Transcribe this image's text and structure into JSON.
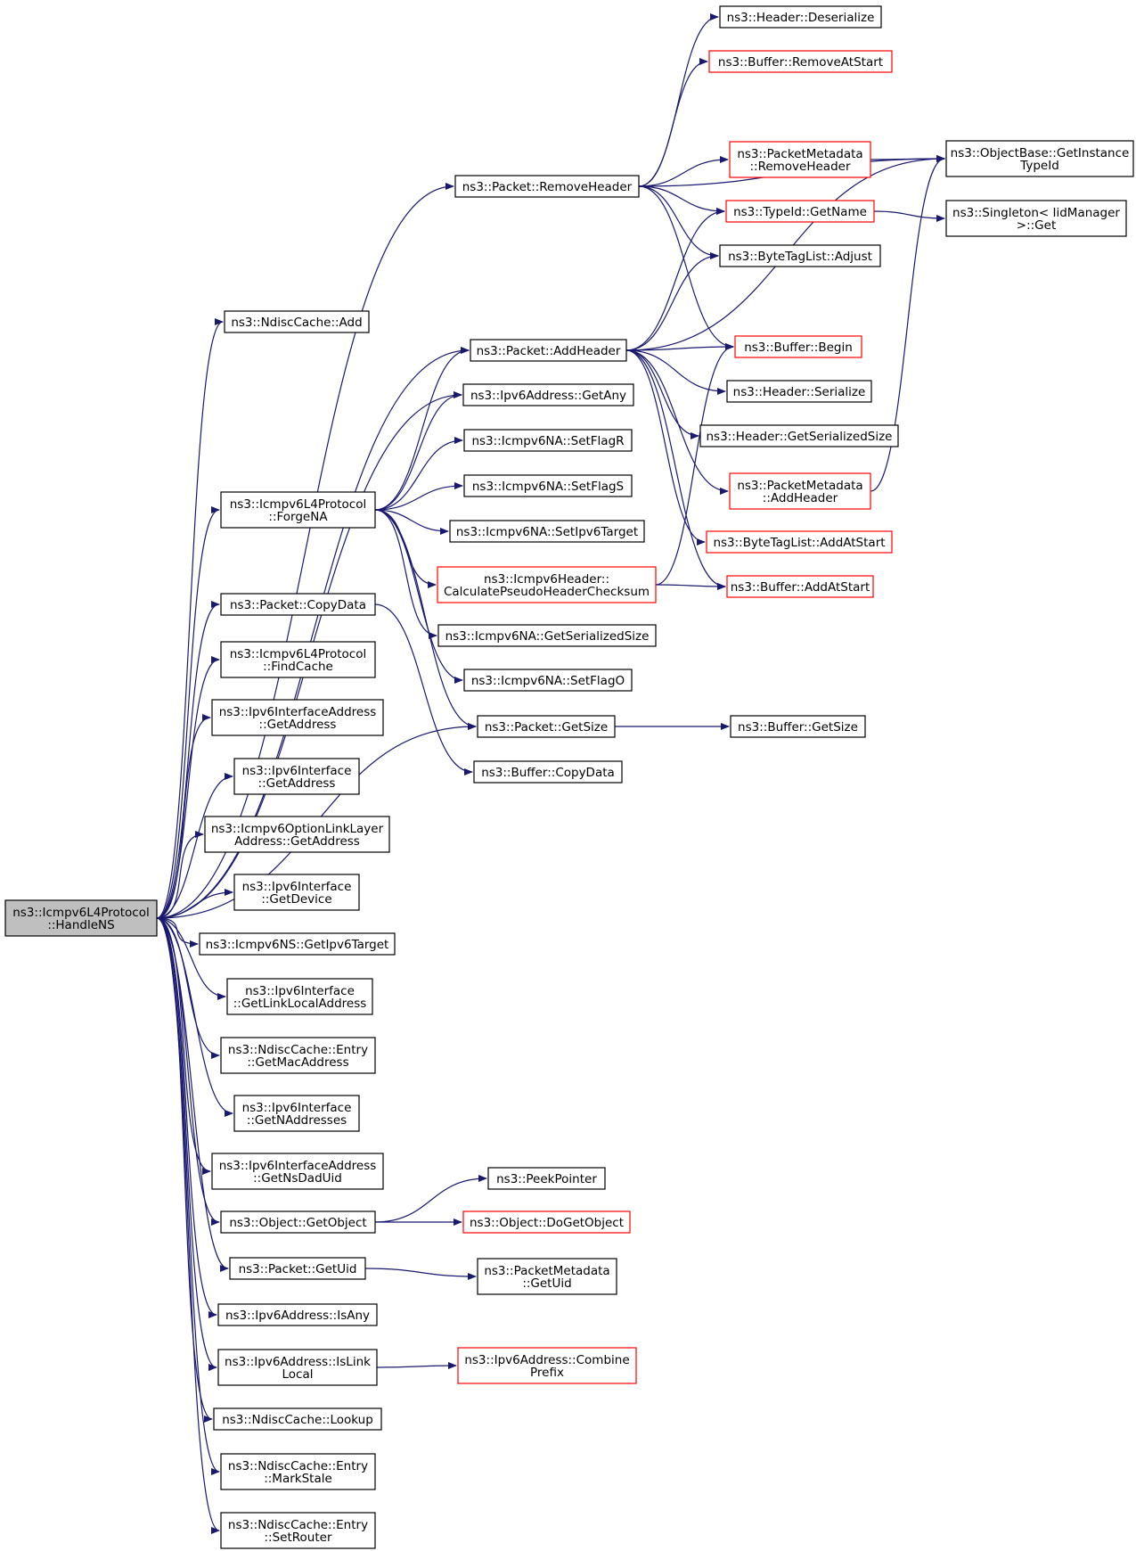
{
  "graph": {
    "root": "handlens",
    "colors": {
      "root_fill": "#bfbfbf",
      "normal_border": "#000000",
      "truncated_border": "#ff0000",
      "edge": "#191970",
      "background": "#ffffff"
    },
    "nodes": [
      {
        "id": "handlens",
        "lines": [
          "ns3::Icmpv6L4Protocol",
          "::HandleNS"
        ],
        "style": "root"
      },
      {
        "id": "ndisc_add",
        "lines": [
          "ns3::NdiscCache::Add"
        ],
        "style": "normal"
      },
      {
        "id": "forge_na",
        "lines": [
          "ns3::Icmpv6L4Protocol",
          "::ForgeNA"
        ],
        "style": "normal"
      },
      {
        "id": "copydata",
        "lines": [
          "ns3::Packet::CopyData"
        ],
        "style": "normal"
      },
      {
        "id": "findcache",
        "lines": [
          "ns3::Icmpv6L4Protocol",
          "::FindCache"
        ],
        "style": "normal"
      },
      {
        "id": "ifaddr_getaddr",
        "lines": [
          "ns3::Ipv6InterfaceAddress",
          "::GetAddress"
        ],
        "style": "normal"
      },
      {
        "id": "iface_getaddr",
        "lines": [
          "ns3::Ipv6Interface",
          "::GetAddress"
        ],
        "style": "normal"
      },
      {
        "id": "optlinklayer",
        "lines": [
          "ns3::Icmpv6OptionLinkLayer",
          "Address::GetAddress"
        ],
        "style": "normal"
      },
      {
        "id": "getdevice",
        "lines": [
          "ns3::Ipv6Interface",
          "::GetDevice"
        ],
        "style": "normal"
      },
      {
        "id": "ns_gettarget",
        "lines": [
          "ns3::Icmpv6NS::GetIpv6Target"
        ],
        "style": "normal"
      },
      {
        "id": "getlinklocal",
        "lines": [
          "ns3::Ipv6Interface",
          "::GetLinkLocalAddress"
        ],
        "style": "normal"
      },
      {
        "id": "getmac",
        "lines": [
          "ns3::NdiscCache::Entry",
          "::GetMacAddress"
        ],
        "style": "normal"
      },
      {
        "id": "getnaddr",
        "lines": [
          "ns3::Ipv6Interface",
          "::GetNAddresses"
        ],
        "style": "normal"
      },
      {
        "id": "getnsdad",
        "lines": [
          "ns3::Ipv6InterfaceAddress",
          "::GetNsDadUid"
        ],
        "style": "normal"
      },
      {
        "id": "getobject",
        "lines": [
          "ns3::Object::GetObject"
        ],
        "style": "normal"
      },
      {
        "id": "getuid",
        "lines": [
          "ns3::Packet::GetUid"
        ],
        "style": "normal"
      },
      {
        "id": "isany",
        "lines": [
          "ns3::Ipv6Address::IsAny"
        ],
        "style": "normal"
      },
      {
        "id": "islinklocal",
        "lines": [
          "ns3::Ipv6Address::IsLink",
          "Local"
        ],
        "style": "normal"
      },
      {
        "id": "lookup",
        "lines": [
          "ns3::NdiscCache::Lookup"
        ],
        "style": "normal"
      },
      {
        "id": "markstale",
        "lines": [
          "ns3::NdiscCache::Entry",
          "::MarkStale"
        ],
        "style": "normal"
      },
      {
        "id": "setrouter",
        "lines": [
          "ns3::NdiscCache::Entry",
          "::SetRouter"
        ],
        "style": "normal"
      },
      {
        "id": "removeheader",
        "lines": [
          "ns3::Packet::RemoveHeader"
        ],
        "style": "normal"
      },
      {
        "id": "addheader",
        "lines": [
          "ns3::Packet::AddHeader"
        ],
        "style": "normal"
      },
      {
        "id": "getany",
        "lines": [
          "ns3::Ipv6Address::GetAny"
        ],
        "style": "normal"
      },
      {
        "id": "setflagr",
        "lines": [
          "ns3::Icmpv6NA::SetFlagR"
        ],
        "style": "normal"
      },
      {
        "id": "setflags",
        "lines": [
          "ns3::Icmpv6NA::SetFlagS"
        ],
        "style": "normal"
      },
      {
        "id": "setipv6target",
        "lines": [
          "ns3::Icmpv6NA::SetIpv6Target"
        ],
        "style": "normal"
      },
      {
        "id": "calcpseudo",
        "lines": [
          "ns3::Icmpv6Header::",
          "CalculatePseudoHeaderChecksum"
        ],
        "style": "truncated"
      },
      {
        "id": "na_getser",
        "lines": [
          "ns3::Icmpv6NA::GetSerializedSize"
        ],
        "style": "normal"
      },
      {
        "id": "setflago",
        "lines": [
          "ns3::Icmpv6NA::SetFlagO"
        ],
        "style": "normal"
      },
      {
        "id": "pkt_getsize",
        "lines": [
          "ns3::Packet::GetSize"
        ],
        "style": "normal"
      },
      {
        "id": "buf_copydata",
        "lines": [
          "ns3::Buffer::CopyData"
        ],
        "style": "normal"
      },
      {
        "id": "peekpointer",
        "lines": [
          "ns3::PeekPointer"
        ],
        "style": "normal"
      },
      {
        "id": "dogetobject",
        "lines": [
          "ns3::Object::DoGetObject"
        ],
        "style": "truncated"
      },
      {
        "id": "pm_getuid",
        "lines": [
          "ns3::PacketMetadata",
          "::GetUid"
        ],
        "style": "normal"
      },
      {
        "id": "combineprefix",
        "lines": [
          "ns3::Ipv6Address::Combine",
          "Prefix"
        ],
        "style": "truncated"
      },
      {
        "id": "hdr_deser",
        "lines": [
          "ns3::Header::Deserialize"
        ],
        "style": "normal"
      },
      {
        "id": "buf_removeatstart",
        "lines": [
          "ns3::Buffer::RemoveAtStart"
        ],
        "style": "truncated"
      },
      {
        "id": "getinstancetypeid",
        "lines": [
          "ns3::ObjectBase::GetInstance",
          "TypeId"
        ],
        "style": "normal"
      },
      {
        "id": "pm_removeheader",
        "lines": [
          "ns3::PacketMetadata",
          "::RemoveHeader"
        ],
        "style": "truncated"
      },
      {
        "id": "typeid_getname",
        "lines": [
          "ns3::TypeId::GetName"
        ],
        "style": "truncated"
      },
      {
        "id": "singleton_get",
        "lines": [
          "ns3::Singleton< IidManager",
          ">::Get"
        ],
        "style": "normal"
      },
      {
        "id": "btl_adjust",
        "lines": [
          "ns3::ByteTagList::Adjust"
        ],
        "style": "normal"
      },
      {
        "id": "buf_begin",
        "lines": [
          "ns3::Buffer::Begin"
        ],
        "style": "truncated"
      },
      {
        "id": "hdr_serialize",
        "lines": [
          "ns3::Header::Serialize"
        ],
        "style": "normal"
      },
      {
        "id": "hdr_getser",
        "lines": [
          "ns3::Header::GetSerializedSize"
        ],
        "style": "normal"
      },
      {
        "id": "pm_addheader",
        "lines": [
          "ns3::PacketMetadata",
          "::AddHeader"
        ],
        "style": "truncated"
      },
      {
        "id": "btl_addatstart",
        "lines": [
          "ns3::ByteTagList::AddAtStart"
        ],
        "style": "truncated"
      },
      {
        "id": "buf_addatstart",
        "lines": [
          "ns3::Buffer::AddAtStart"
        ],
        "style": "truncated"
      },
      {
        "id": "buf_getsize",
        "lines": [
          "ns3::Buffer::GetSize"
        ],
        "style": "normal"
      }
    ],
    "edges": [
      [
        "handlens",
        "ndisc_add"
      ],
      [
        "handlens",
        "removeheader"
      ],
      [
        "handlens",
        "addheader"
      ],
      [
        "handlens",
        "getany"
      ],
      [
        "handlens",
        "forge_na"
      ],
      [
        "handlens",
        "pkt_getsize"
      ],
      [
        "handlens",
        "copydata"
      ],
      [
        "handlens",
        "findcache"
      ],
      [
        "handlens",
        "ifaddr_getaddr"
      ],
      [
        "handlens",
        "iface_getaddr"
      ],
      [
        "handlens",
        "optlinklayer"
      ],
      [
        "handlens",
        "getdevice"
      ],
      [
        "handlens",
        "ns_gettarget"
      ],
      [
        "handlens",
        "getlinklocal"
      ],
      [
        "handlens",
        "getmac"
      ],
      [
        "handlens",
        "getnaddr"
      ],
      [
        "handlens",
        "getnsdad"
      ],
      [
        "handlens",
        "getobject"
      ],
      [
        "handlens",
        "getuid"
      ],
      [
        "handlens",
        "isany"
      ],
      [
        "handlens",
        "islinklocal"
      ],
      [
        "handlens",
        "lookup"
      ],
      [
        "handlens",
        "markstale"
      ],
      [
        "handlens",
        "setrouter"
      ],
      [
        "forge_na",
        "addheader"
      ],
      [
        "forge_na",
        "getany"
      ],
      [
        "forge_na",
        "setflagr"
      ],
      [
        "forge_na",
        "setflags"
      ],
      [
        "forge_na",
        "setipv6target"
      ],
      [
        "forge_na",
        "calcpseudo"
      ],
      [
        "forge_na",
        "na_getser"
      ],
      [
        "forge_na",
        "setflago"
      ],
      [
        "forge_na",
        "pkt_getsize"
      ],
      [
        "copydata",
        "buf_copydata"
      ],
      [
        "removeheader",
        "hdr_deser"
      ],
      [
        "removeheader",
        "buf_removeatstart"
      ],
      [
        "removeheader",
        "getinstancetypeid"
      ],
      [
        "removeheader",
        "pm_removeheader"
      ],
      [
        "removeheader",
        "typeid_getname"
      ],
      [
        "removeheader",
        "btl_adjust"
      ],
      [
        "removeheader",
        "buf_begin"
      ],
      [
        "addheader",
        "typeid_getname"
      ],
      [
        "addheader",
        "btl_adjust"
      ],
      [
        "addheader",
        "getinstancetypeid"
      ],
      [
        "addheader",
        "buf_begin"
      ],
      [
        "addheader",
        "hdr_serialize"
      ],
      [
        "addheader",
        "hdr_getser"
      ],
      [
        "addheader",
        "pm_addheader"
      ],
      [
        "addheader",
        "btl_addatstart"
      ],
      [
        "addheader",
        "buf_addatstart"
      ],
      [
        "pm_removeheader",
        "getinstancetypeid"
      ],
      [
        "typeid_getname",
        "singleton_get"
      ],
      [
        "pm_addheader",
        "getinstancetypeid"
      ],
      [
        "calcpseudo",
        "buf_begin"
      ],
      [
        "calcpseudo",
        "buf_addatstart"
      ],
      [
        "pkt_getsize",
        "buf_getsize"
      ],
      [
        "getobject",
        "peekpointer"
      ],
      [
        "getobject",
        "dogetobject"
      ],
      [
        "getuid",
        "pm_getuid"
      ],
      [
        "islinklocal",
        "combineprefix"
      ]
    ]
  }
}
